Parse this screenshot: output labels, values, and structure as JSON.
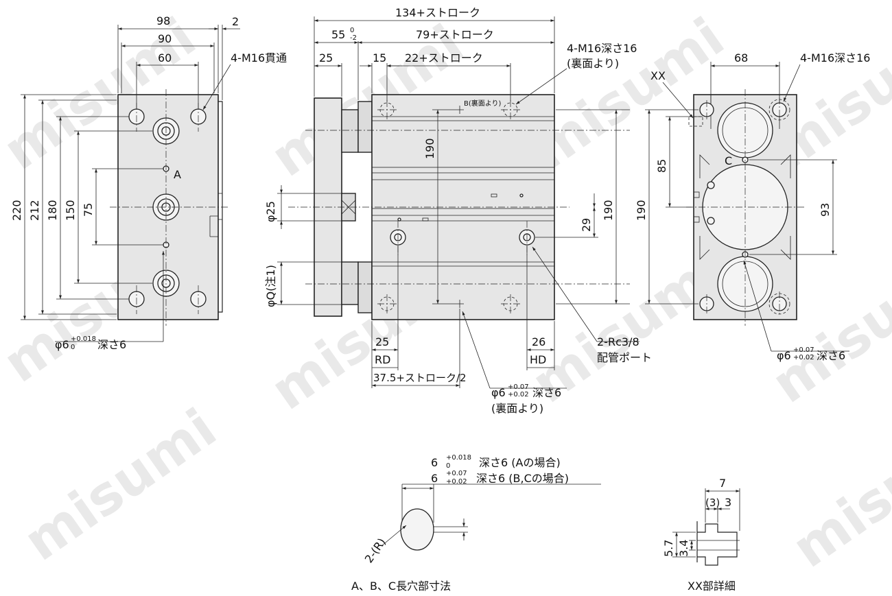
{
  "watermark": "misumi",
  "left_view": {
    "dims": {
      "w98": "98",
      "w90": "90",
      "w60": "60",
      "w2": "2",
      "h220": "220",
      "h212": "212",
      "h180": "180",
      "h150": "150",
      "h75": "75"
    },
    "label_thru": "4-M16貫通",
    "label_a": "A",
    "hole_note": "φ6",
    "hole_tol_upper": "+0.018",
    "hole_tol_lower": "0",
    "hole_depth": "深さ6"
  },
  "middle_view": {
    "dims": {
      "total": "134+ストローク",
      "d55": "55",
      "d55_tol_upper": "0",
      "d55_tol_lower": "-2",
      "d79": "79+ストローク",
      "d25": "25",
      "d15": "15",
      "d22": "22+ストローク",
      "h190_inner": "190",
      "h190_outer": "190",
      "d29": "29",
      "phi25": "φ25",
      "phiq": "φQ(注1)",
      "rd_val": "25",
      "rd": "RD",
      "hd_val": "26",
      "hd": "HD",
      "d375": "37.5+ストローク/2"
    },
    "label_m16": "4-M16深さ16",
    "label_m16_sub": "(裏面より)",
    "label_b": "B(裏面より)",
    "port_label": "2-Rc3/8",
    "port_sub": "配管ポート",
    "hole_note": "φ6",
    "hole_tol_upper": "+0.07",
    "hole_tol_lower": "+0.02",
    "hole_depth": "深さ6",
    "hole_sub": "(裏面より)"
  },
  "right_view": {
    "label_xx": "XX",
    "label_m16": "4-M16深さ16",
    "label_c": "C",
    "dims": {
      "w68": "68",
      "h85": "85",
      "h190": "190",
      "h93": "93"
    },
    "hole_note": "φ6",
    "hole_tol_upper": "+0.07",
    "hole_tol_lower": "+0.02",
    "hole_depth": "深さ6"
  },
  "slot_detail": {
    "line1_val": "6",
    "line1_tol_upper": "+0.018",
    "line1_tol_lower": "0",
    "line1_text": "深さ6 (Aの場合)",
    "line2_val": "6",
    "line2_tol_upper": "+0.07",
    "line2_tol_lower": "+0.02",
    "line2_text": "深さ6 (B,Cの場合)",
    "r_label": "2-(R)",
    "caption": "A、B、C長穴部寸法"
  },
  "xx_detail": {
    "d7": "7",
    "d3p": "(3)",
    "d3": "3",
    "d57": "5.7",
    "d34": "3.4",
    "caption": "XX部詳細"
  }
}
